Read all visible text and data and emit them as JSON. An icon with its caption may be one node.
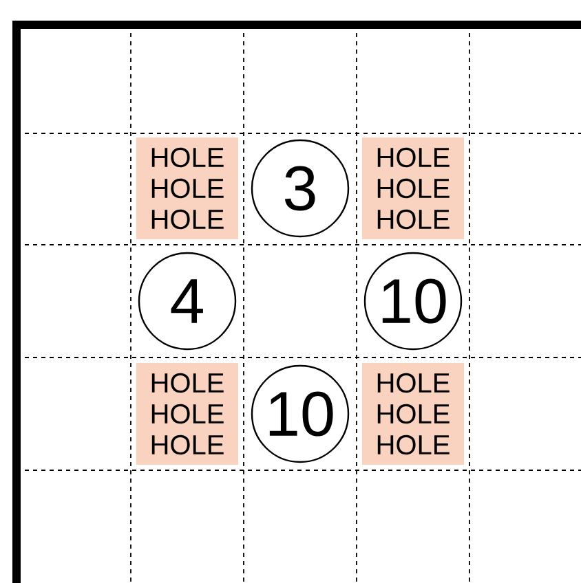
{
  "diagram": {
    "nodes": [
      {
        "text": [
          "HOLE",
          "HOLE",
          "HOLE"
        ]
      },
      {
        "text": [
          "3"
        ]
      },
      {
        "text": [
          "HOLE",
          "HOLE",
          "HOLE"
        ]
      },
      {
        "text": [
          "4"
        ]
      },
      {
        "text": [
          "10"
        ]
      },
      {
        "text": [
          "HOLE",
          "HOLE",
          "HOLE"
        ]
      },
      {
        "text": [
          "10"
        ]
      },
      {
        "text": [
          "HOLE",
          "HOLE",
          "HOLE"
        ]
      }
    ]
  }
}
